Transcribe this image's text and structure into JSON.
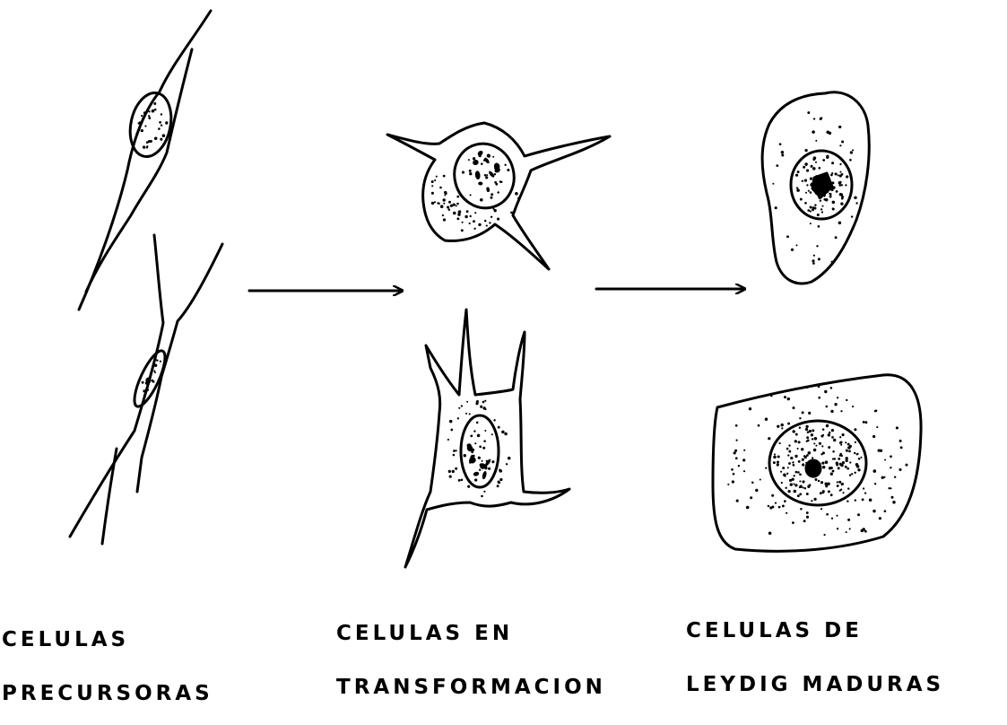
{
  "colors": {
    "ink": "#000000",
    "paper": "#ffffff"
  },
  "stages": [
    {
      "name": "precursor",
      "caption_line1": "CELULAS",
      "caption_line2": "PRECURSORAS"
    },
    {
      "name": "transforming",
      "caption_line1": "CELULAS EN",
      "caption_line2": "TRANSFORMACION"
    },
    {
      "name": "mature",
      "caption_line1": "CELULAS DE",
      "caption_line2": "LEYDIG MADURAS"
    }
  ]
}
